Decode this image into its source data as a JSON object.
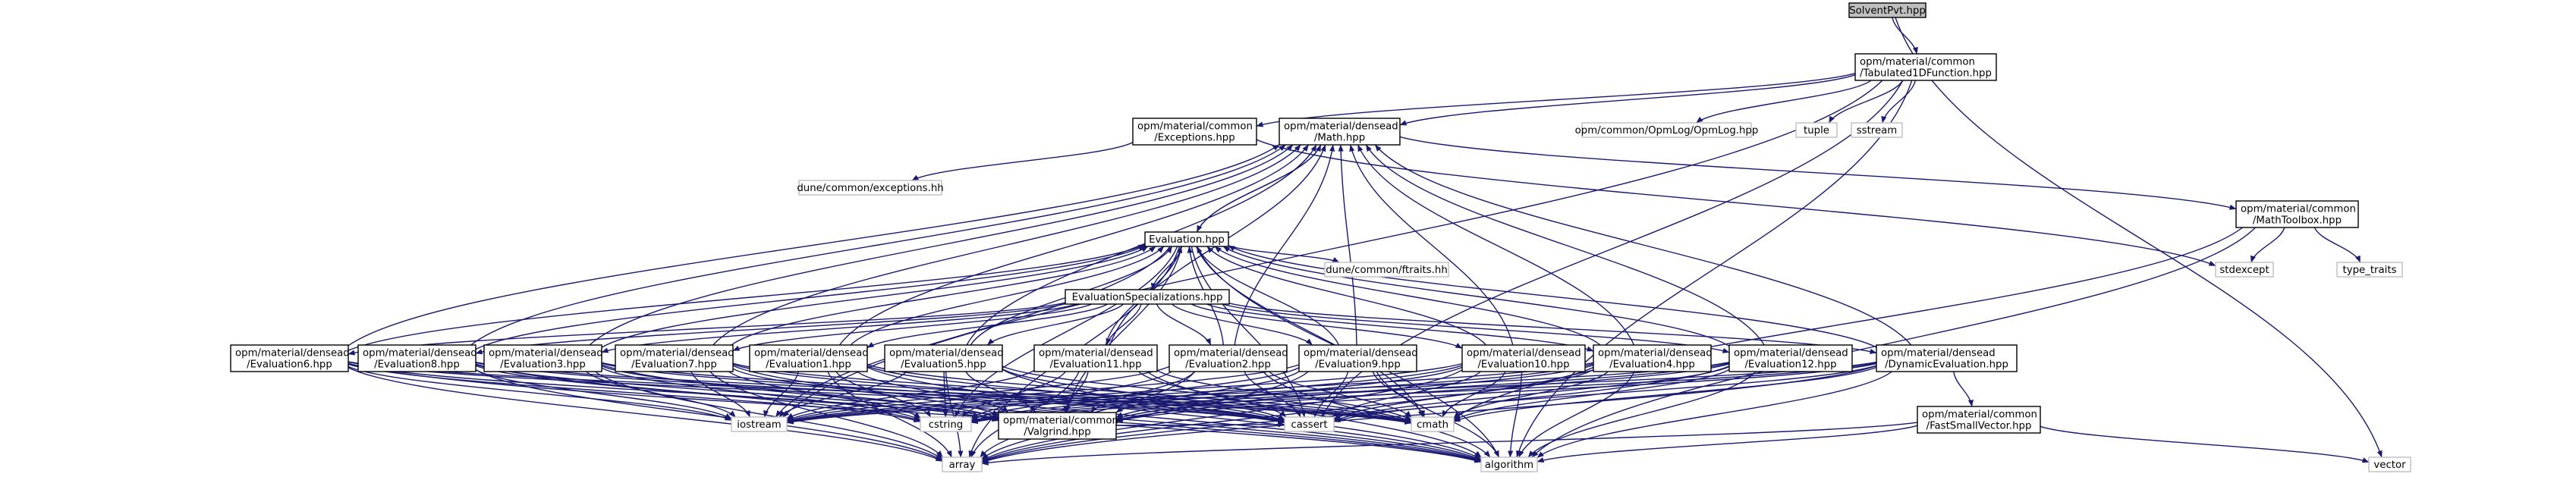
{
  "colors": {
    "root_fill": "#bfbfbf",
    "node_border": "#000000",
    "external_border": "#bfbfbf",
    "edge": "#191970",
    "text": "#000000"
  },
  "nodes": [
    {
      "id": "solventpvt",
      "lines": [
        "SolventPvt.hpp"
      ],
      "kind": "root"
    },
    {
      "id": "tab1d",
      "lines": [
        "opm/material/common",
        "/Tabulated1DFunction.hpp"
      ],
      "kind": "file"
    },
    {
      "id": "exceptions",
      "lines": [
        "opm/material/common",
        "/Exceptions.hpp"
      ],
      "kind": "file"
    },
    {
      "id": "math",
      "lines": [
        "opm/material/densead",
        "/Math.hpp"
      ],
      "kind": "file"
    },
    {
      "id": "opmlog",
      "lines": [
        "opm/common/OpmLog/OpmLog.hpp"
      ],
      "kind": "external"
    },
    {
      "id": "tuple",
      "lines": [
        "tuple"
      ],
      "kind": "external"
    },
    {
      "id": "sstream",
      "lines": [
        "sstream"
      ],
      "kind": "external"
    },
    {
      "id": "duneexc",
      "lines": [
        "dune/common/exceptions.hh"
      ],
      "kind": "external"
    },
    {
      "id": "evaluation",
      "lines": [
        "Evaluation.hpp"
      ],
      "kind": "file"
    },
    {
      "id": "mathtoolbox",
      "lines": [
        "opm/material/common",
        "/MathToolbox.hpp"
      ],
      "kind": "file"
    },
    {
      "id": "dunefraits",
      "lines": [
        "dune/common/ftraits.hh"
      ],
      "kind": "external"
    },
    {
      "id": "stdexcept",
      "lines": [
        "stdexcept"
      ],
      "kind": "external"
    },
    {
      "id": "typetraits",
      "lines": [
        "type_traits"
      ],
      "kind": "external"
    },
    {
      "id": "evalspec",
      "lines": [
        "EvaluationSpecializations.hpp"
      ],
      "kind": "file"
    },
    {
      "id": "eval6",
      "lines": [
        "opm/material/densead",
        "/Evaluation6.hpp"
      ],
      "kind": "file"
    },
    {
      "id": "eval8",
      "lines": [
        "opm/material/densead",
        "/Evaluation8.hpp"
      ],
      "kind": "file"
    },
    {
      "id": "eval3",
      "lines": [
        "opm/material/densead",
        "/Evaluation3.hpp"
      ],
      "kind": "file"
    },
    {
      "id": "eval7",
      "lines": [
        "opm/material/densead",
        "/Evaluation7.hpp"
      ],
      "kind": "file"
    },
    {
      "id": "eval1",
      "lines": [
        "opm/material/densead",
        "/Evaluation1.hpp"
      ],
      "kind": "file"
    },
    {
      "id": "eval5",
      "lines": [
        "opm/material/densead",
        "/Evaluation5.hpp"
      ],
      "kind": "file"
    },
    {
      "id": "eval11",
      "lines": [
        "opm/material/densead",
        "/Evaluation11.hpp"
      ],
      "kind": "file"
    },
    {
      "id": "eval2",
      "lines": [
        "opm/material/densead",
        "/Evaluation2.hpp"
      ],
      "kind": "file"
    },
    {
      "id": "eval9",
      "lines": [
        "opm/material/densead",
        "/Evaluation9.hpp"
      ],
      "kind": "file"
    },
    {
      "id": "eval10",
      "lines": [
        "opm/material/densead",
        "/Evaluation10.hpp"
      ],
      "kind": "file"
    },
    {
      "id": "eval4",
      "lines": [
        "opm/material/densead",
        "/Evaluation4.hpp"
      ],
      "kind": "file"
    },
    {
      "id": "eval12",
      "lines": [
        "opm/material/densead",
        "/Evaluation12.hpp"
      ],
      "kind": "file"
    },
    {
      "id": "dyneval",
      "lines": [
        "opm/material/densead",
        "/DynamicEvaluation.hpp"
      ],
      "kind": "file"
    },
    {
      "id": "iostream",
      "lines": [
        "iostream"
      ],
      "kind": "external"
    },
    {
      "id": "cstring",
      "lines": [
        "cstring"
      ],
      "kind": "external"
    },
    {
      "id": "valgrind",
      "lines": [
        "opm/material/common",
        "/Valgrind.hpp"
      ],
      "kind": "file"
    },
    {
      "id": "cassert",
      "lines": [
        "cassert"
      ],
      "kind": "external"
    },
    {
      "id": "cmath",
      "lines": [
        "cmath"
      ],
      "kind": "external"
    },
    {
      "id": "fastsmall",
      "lines": [
        "opm/material/common",
        "/FastSmallVector.hpp"
      ],
      "kind": "file"
    },
    {
      "id": "array",
      "lines": [
        "array"
      ],
      "kind": "external"
    },
    {
      "id": "algorithm",
      "lines": [
        "algorithm"
      ],
      "kind": "external"
    },
    {
      "id": "vector",
      "lines": [
        "vector"
      ],
      "kind": "external"
    }
  ],
  "edges": [
    [
      "solventpvt",
      "tab1d"
    ],
    [
      "solventpvt",
      "vector"
    ],
    [
      "tab1d",
      "exceptions"
    ],
    [
      "tab1d",
      "math"
    ],
    [
      "tab1d",
      "opmlog"
    ],
    [
      "tab1d",
      "tuple"
    ],
    [
      "tab1d",
      "sstream"
    ],
    [
      "tab1d",
      "iostream"
    ],
    [
      "tab1d",
      "algorithm"
    ],
    [
      "tab1d",
      "cassert"
    ],
    [
      "exceptions",
      "duneexc"
    ],
    [
      "exceptions",
      "stdexcept"
    ],
    [
      "math",
      "evaluation"
    ],
    [
      "math",
      "mathtoolbox"
    ],
    [
      "mathtoolbox",
      "stdexcept"
    ],
    [
      "mathtoolbox",
      "typetraits"
    ],
    [
      "mathtoolbox",
      "cmath"
    ],
    [
      "mathtoolbox",
      "algorithm"
    ],
    [
      "evaluation",
      "math"
    ],
    [
      "evaluation",
      "dunefraits"
    ],
    [
      "evaluation",
      "evalspec"
    ],
    [
      "evaluation",
      "valgrind"
    ],
    [
      "evaluation",
      "iostream"
    ],
    [
      "evaluation",
      "array"
    ],
    [
      "evaluation",
      "cassert"
    ],
    [
      "evaluation",
      "cmath"
    ],
    [
      "evaluation",
      "algorithm"
    ],
    [
      "evaluation",
      "cstring"
    ],
    [
      "evalspec",
      "eval1"
    ],
    [
      "evalspec",
      "eval2"
    ],
    [
      "evalspec",
      "eval3"
    ],
    [
      "evalspec",
      "eval4"
    ],
    [
      "evalspec",
      "eval5"
    ],
    [
      "evalspec",
      "eval6"
    ],
    [
      "evalspec",
      "eval7"
    ],
    [
      "evalspec",
      "eval8"
    ],
    [
      "evalspec",
      "eval9"
    ],
    [
      "evalspec",
      "eval10"
    ],
    [
      "evalspec",
      "eval11"
    ],
    [
      "evalspec",
      "eval12"
    ],
    [
      "evalspec",
      "dyneval"
    ],
    [
      "eval6",
      "evaluation"
    ],
    [
      "eval6",
      "math"
    ],
    [
      "eval6",
      "valgrind"
    ],
    [
      "eval6",
      "iostream"
    ],
    [
      "eval6",
      "array"
    ],
    [
      "eval6",
      "cassert"
    ],
    [
      "eval6",
      "cmath"
    ],
    [
      "eval6",
      "algorithm"
    ],
    [
      "eval6",
      "cstring"
    ],
    [
      "eval8",
      "evaluation"
    ],
    [
      "eval8",
      "math"
    ],
    [
      "eval8",
      "valgrind"
    ],
    [
      "eval8",
      "iostream"
    ],
    [
      "eval8",
      "array"
    ],
    [
      "eval8",
      "cassert"
    ],
    [
      "eval8",
      "cmath"
    ],
    [
      "eval8",
      "algorithm"
    ],
    [
      "eval8",
      "cstring"
    ],
    [
      "eval3",
      "evaluation"
    ],
    [
      "eval3",
      "math"
    ],
    [
      "eval3",
      "valgrind"
    ],
    [
      "eval3",
      "iostream"
    ],
    [
      "eval3",
      "array"
    ],
    [
      "eval3",
      "cassert"
    ],
    [
      "eval3",
      "cmath"
    ],
    [
      "eval3",
      "algorithm"
    ],
    [
      "eval3",
      "cstring"
    ],
    [
      "eval7",
      "evaluation"
    ],
    [
      "eval7",
      "math"
    ],
    [
      "eval7",
      "valgrind"
    ],
    [
      "eval7",
      "iostream"
    ],
    [
      "eval7",
      "array"
    ],
    [
      "eval7",
      "cassert"
    ],
    [
      "eval7",
      "cmath"
    ],
    [
      "eval7",
      "algorithm"
    ],
    [
      "eval7",
      "cstring"
    ],
    [
      "eval1",
      "evaluation"
    ],
    [
      "eval1",
      "math"
    ],
    [
      "eval1",
      "valgrind"
    ],
    [
      "eval1",
      "iostream"
    ],
    [
      "eval1",
      "array"
    ],
    [
      "eval1",
      "cassert"
    ],
    [
      "eval1",
      "cmath"
    ],
    [
      "eval1",
      "algorithm"
    ],
    [
      "eval1",
      "cstring"
    ],
    [
      "eval5",
      "evaluation"
    ],
    [
      "eval5",
      "math"
    ],
    [
      "eval5",
      "valgrind"
    ],
    [
      "eval5",
      "iostream"
    ],
    [
      "eval5",
      "array"
    ],
    [
      "eval5",
      "cassert"
    ],
    [
      "eval5",
      "cmath"
    ],
    [
      "eval5",
      "algorithm"
    ],
    [
      "eval5",
      "cstring"
    ],
    [
      "eval11",
      "evaluation"
    ],
    [
      "eval11",
      "math"
    ],
    [
      "eval11",
      "valgrind"
    ],
    [
      "eval11",
      "iostream"
    ],
    [
      "eval11",
      "array"
    ],
    [
      "eval11",
      "cassert"
    ],
    [
      "eval11",
      "cmath"
    ],
    [
      "eval11",
      "algorithm"
    ],
    [
      "eval11",
      "cstring"
    ],
    [
      "eval2",
      "evaluation"
    ],
    [
      "eval2",
      "math"
    ],
    [
      "eval2",
      "valgrind"
    ],
    [
      "eval2",
      "iostream"
    ],
    [
      "eval2",
      "array"
    ],
    [
      "eval2",
      "cassert"
    ],
    [
      "eval2",
      "cmath"
    ],
    [
      "eval2",
      "algorithm"
    ],
    [
      "eval2",
      "cstring"
    ],
    [
      "eval9",
      "evaluation"
    ],
    [
      "eval9",
      "math"
    ],
    [
      "eval9",
      "valgrind"
    ],
    [
      "eval9",
      "iostream"
    ],
    [
      "eval9",
      "array"
    ],
    [
      "eval9",
      "cassert"
    ],
    [
      "eval9",
      "cmath"
    ],
    [
      "eval9",
      "algorithm"
    ],
    [
      "eval9",
      "cstring"
    ],
    [
      "eval10",
      "evaluation"
    ],
    [
      "eval10",
      "math"
    ],
    [
      "eval10",
      "valgrind"
    ],
    [
      "eval10",
      "iostream"
    ],
    [
      "eval10",
      "array"
    ],
    [
      "eval10",
      "cassert"
    ],
    [
      "eval10",
      "cmath"
    ],
    [
      "eval10",
      "algorithm"
    ],
    [
      "eval10",
      "cstring"
    ],
    [
      "eval4",
      "evaluation"
    ],
    [
      "eval4",
      "math"
    ],
    [
      "eval4",
      "valgrind"
    ],
    [
      "eval4",
      "iostream"
    ],
    [
      "eval4",
      "array"
    ],
    [
      "eval4",
      "cassert"
    ],
    [
      "eval4",
      "cmath"
    ],
    [
      "eval4",
      "algorithm"
    ],
    [
      "eval4",
      "cstring"
    ],
    [
      "eval12",
      "evaluation"
    ],
    [
      "eval12",
      "math"
    ],
    [
      "eval12",
      "valgrind"
    ],
    [
      "eval12",
      "iostream"
    ],
    [
      "eval12",
      "array"
    ],
    [
      "eval12",
      "cassert"
    ],
    [
      "eval12",
      "cmath"
    ],
    [
      "eval12",
      "algorithm"
    ],
    [
      "eval12",
      "cstring"
    ],
    [
      "dyneval",
      "evaluation"
    ],
    [
      "dyneval",
      "math"
    ],
    [
      "dyneval",
      "valgrind"
    ],
    [
      "dyneval",
      "fastsmall"
    ],
    [
      "dyneval",
      "iostream"
    ],
    [
      "dyneval",
      "array"
    ],
    [
      "dyneval",
      "cassert"
    ],
    [
      "dyneval",
      "cmath"
    ],
    [
      "dyneval",
      "algorithm"
    ],
    [
      "dyneval",
      "cstring"
    ],
    [
      "valgrind",
      "cassert"
    ],
    [
      "fastsmall",
      "array"
    ],
    [
      "fastsmall",
      "algorithm"
    ],
    [
      "fastsmall",
      "vector"
    ]
  ]
}
